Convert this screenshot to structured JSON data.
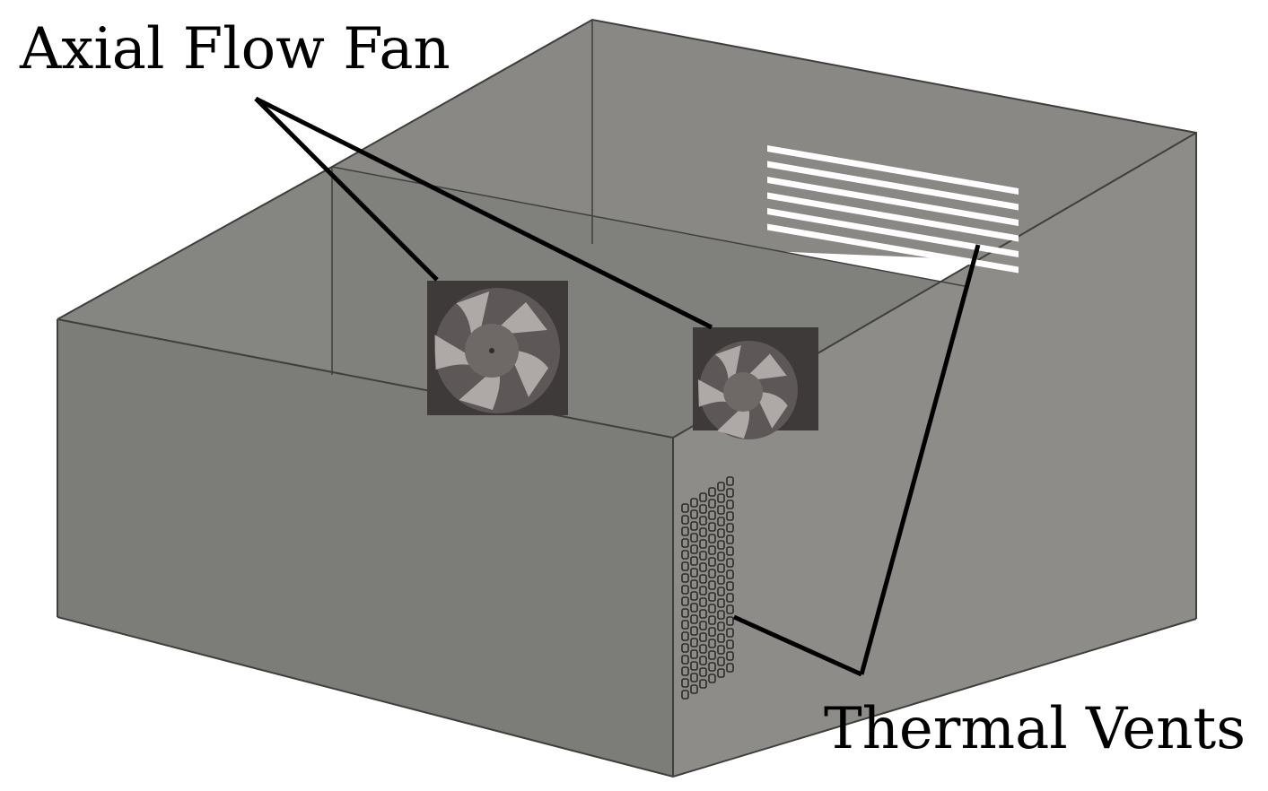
{
  "labels": {
    "fan": "Axial Flow Fan",
    "vents": "Thermal Vents"
  },
  "colors": {
    "background": "#ffffff",
    "front_wall": "#7c7c78",
    "right_wall": "#8e8c88",
    "back_wall": "#8a8884",
    "left_inner_wall": "#858581",
    "partition": "#80807c",
    "rim": "#6f6f6b",
    "edge": "#3f3f3c",
    "vent_slot": "#ffffff",
    "vent_hole": "#2c2c2a",
    "fan_frame": "#3d3a39",
    "fan_blade": "#c9c3c0",
    "leader_line": "#000000"
  },
  "icons": {
    "fan": "axial-fan-icon",
    "grille": "vent-grille",
    "perforation": "perforated-vent-panel"
  }
}
